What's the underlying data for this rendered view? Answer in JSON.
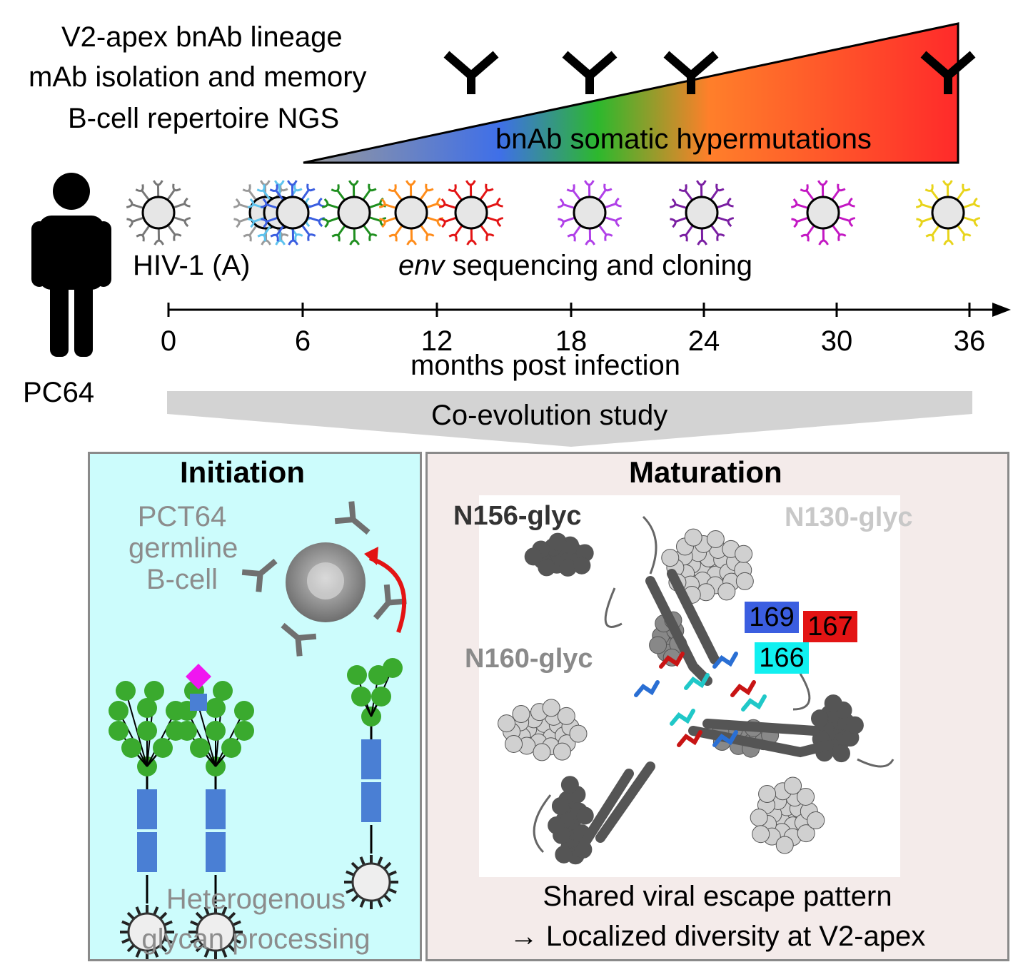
{
  "colors": {
    "initiation_bg": "#ccfcfc",
    "maturation_bg": "#f4ebea",
    "gradient": [
      "#9a9a9a",
      "#3f6fe8",
      "#2db82d",
      "#ff7f2a",
      "#ff2a2a"
    ],
    "pos_169": "#3b5ee0",
    "pos_167": "#e31414",
    "pos_166": "#11f0f0"
  },
  "header": {
    "line1": "V2-apex bnAb lineage",
    "line2": "mAb isolation and memory",
    "line3": "B-cell repertoire  NGS",
    "triangle_label": "bnAb somatic hypermutations"
  },
  "donor": {
    "label": "PC64",
    "icon": "person-icon"
  },
  "virus_row": {
    "hiv_label": "HIV-1 (A)",
    "env_prefix": "env",
    "env_rest": " sequencing and cloning"
  },
  "timeline": {
    "ticks": [
      "0",
      "6",
      "12",
      "18",
      "24",
      "30",
      "36"
    ],
    "axis_label": "months post infection",
    "banner": "Co-evolution study"
  },
  "initiation": {
    "title": "Initiation",
    "bcell_label": [
      "PCT64",
      "germline",
      "B-cell"
    ],
    "footer": [
      "Heterogenous",
      "glycan processing"
    ]
  },
  "maturation": {
    "title": "Maturation",
    "glycans": {
      "n156": "N156-glyc",
      "n130": "N130-glyc",
      "n160": "N160-glyc"
    },
    "positions": {
      "p169": "169",
      "p167": "167",
      "p166": "166"
    },
    "footer_line1": "Shared viral escape pattern",
    "footer_line2": "→ Localized diversity at V2-apex"
  }
}
